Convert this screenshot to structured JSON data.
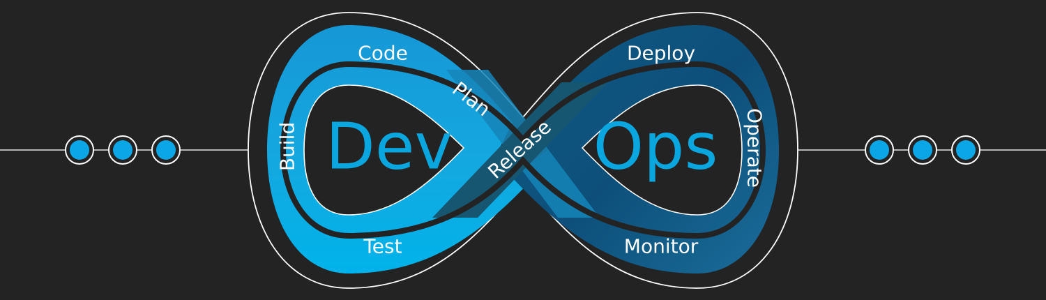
{
  "diagram": {
    "words": {
      "left": "Dev",
      "right": "Ops"
    },
    "stages": {
      "code": "Code",
      "build": "Build",
      "test": "Test",
      "plan": "Plan",
      "release": "Release",
      "deploy": "Deploy",
      "operate": "Operate",
      "monitor": "Monitor"
    },
    "colors": {
      "background": "#232323",
      "dev_light": "#14a8e0",
      "dev_bright": "#00b3ea",
      "ops_dark": "#0e4f7a",
      "ops_mid": "#1b6f9d",
      "band_crossing": "#175670",
      "accent_text": "#0aa6df",
      "outline": "#ffffff"
    }
  }
}
